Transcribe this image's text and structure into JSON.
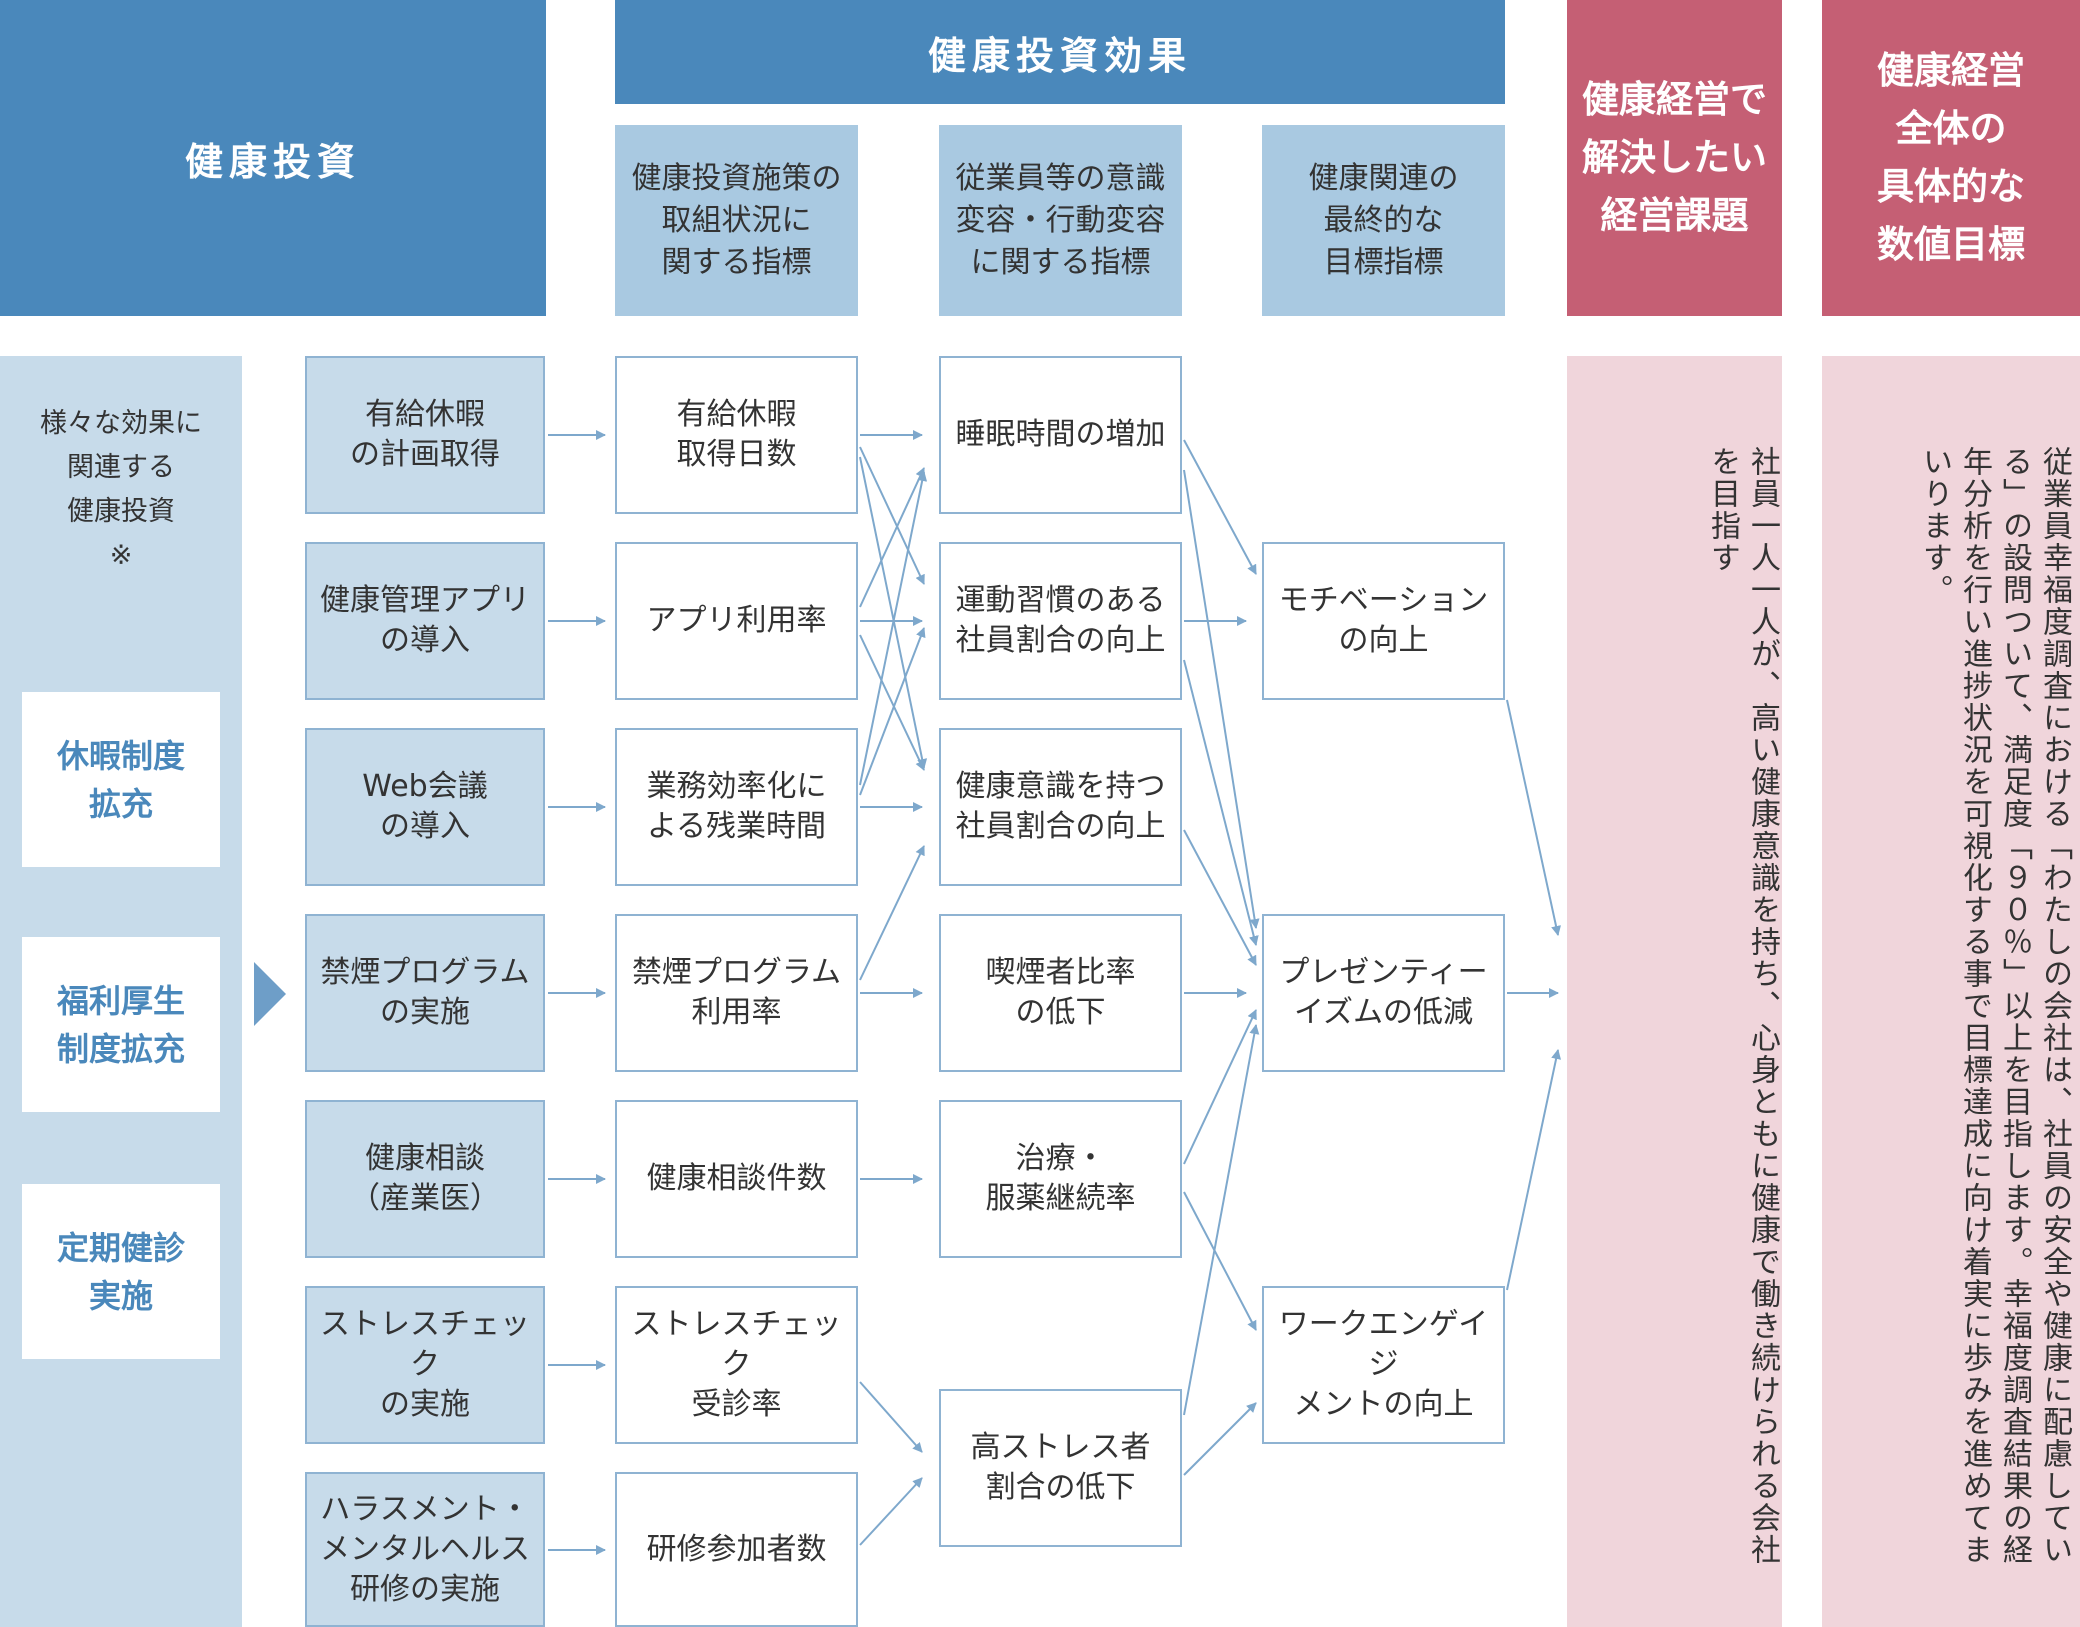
{
  "headers": {
    "investment": "健康投資",
    "effect": "健康投資効果",
    "effect_sub1": "健康投資施策の\n取組状況に\n関する指標",
    "effect_sub2": "従業員等の意識\n変容・行動変容\nに関する指標",
    "effect_sub3": "健康関連の\n最終的な\n目標指標",
    "issue": "健康経営で\n解決したい\n経営課題",
    "target": "健康経営\n全体の\n具体的な\n数値目標"
  },
  "left_panel": {
    "intro": "様々な効果に\n関連する\n健康投資\n※",
    "categories": [
      "休暇制度\n拡充",
      "福利厚生\n制度拡充",
      "定期健診\n実施"
    ]
  },
  "investments": [
    "有給休暇\nの計画取得",
    "健康管理アプリ\nの導入",
    "Web会議\nの導入",
    "禁煙プログラム\nの実施",
    "健康相談\n（産業医）",
    "ストレスチェック\nの実施",
    "ハラスメント・\nメンタルヘルス\n研修の実施"
  ],
  "initiative_indicators": [
    "有給休暇\n取得日数",
    "アプリ利用率",
    "業務効率化に\nよる残業時間",
    "禁煙プログラム\n利用率",
    "健康相談件数",
    "ストレスチェック\n受診率",
    "研修参加者数"
  ],
  "behavior_indicators": [
    "睡眠時間の増加",
    "運動習慣のある\n社員割合の向上",
    "健康意識を持つ\n社員割合の向上",
    "喫煙者比率\nの低下",
    "治療・\n服薬継続率",
    "高ストレス者\n割合の低下"
  ],
  "final_indicators": [
    "モチベーション\nの向上",
    "プレゼンティー\nイズムの低減",
    "ワークエンゲイジ\nメントの向上"
  ],
  "issue_text": "社員一人一人が、高い健康意識を持ち、心身ともに健康で働き続けられる会社を目指す",
  "target_text": "従業員幸福度調査における「わたしの会社は、社員の安全や健康に配慮している」の設問ついて、満足度「９０％」以上を目指します。幸福度調査結果の経年分析を行い進捗状況を可視化する事で目標達成に向け着実に歩みを進めてまいります。",
  "colors": {
    "header_blue": "#4a88bb",
    "light_blue": "#a9c9e1",
    "panel_blue": "#c7dbea",
    "header_pink": "#c55f74",
    "panel_pink": "#f0d5db",
    "arrow": "#7ea8cc"
  }
}
